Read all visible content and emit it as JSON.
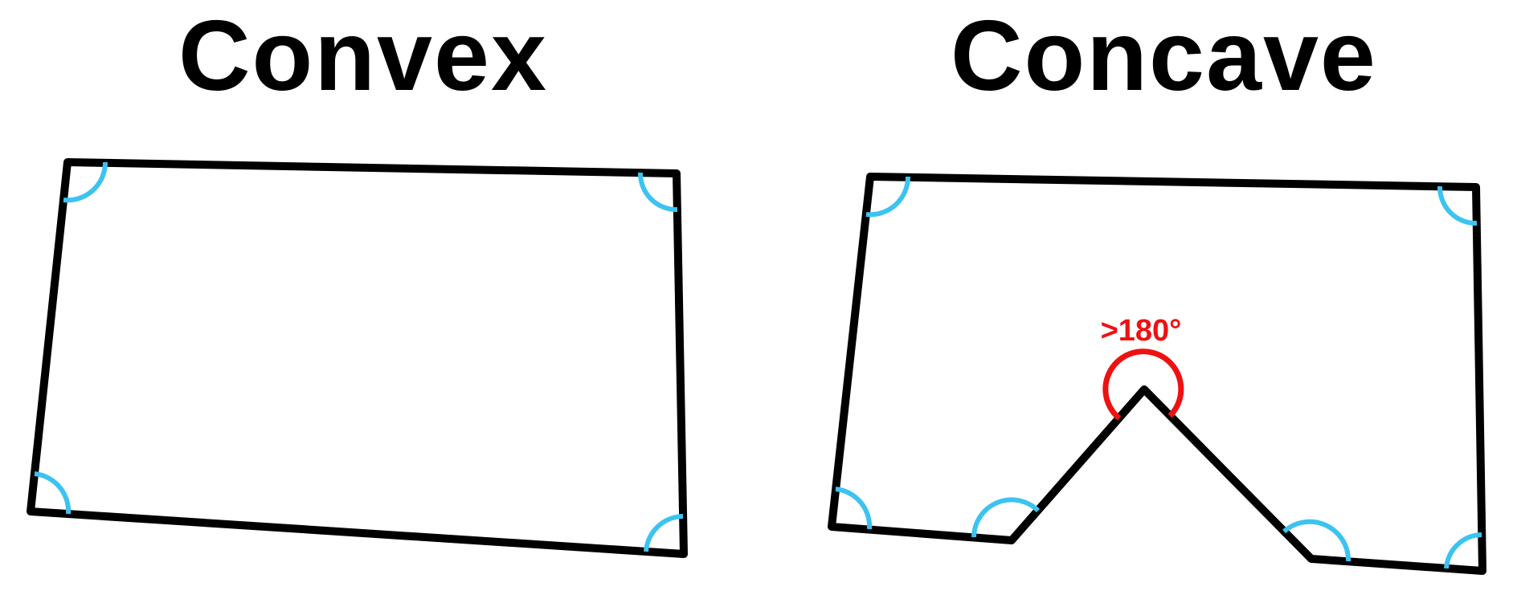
{
  "titles": {
    "convex": "Convex",
    "concave": "Concave"
  },
  "annotations": {
    "reflex_angle_label": ">180°"
  },
  "colors": {
    "outline": "#000000",
    "normal_angle_arc": "#3cc3f0",
    "reflex_angle_arc": "#ee1111",
    "background": "#ffffff"
  }
}
